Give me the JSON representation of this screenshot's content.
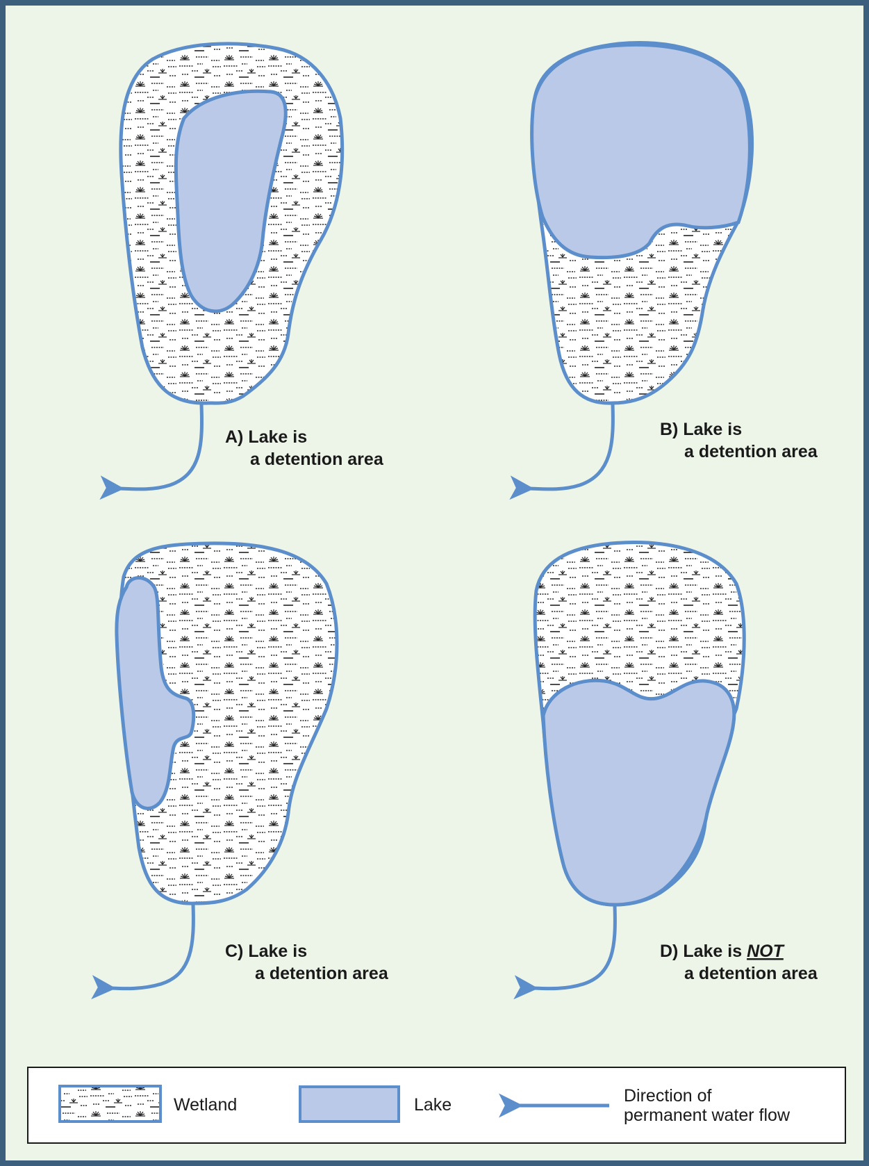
{
  "panels": [
    {
      "id": "A",
      "line1": "A) Lake is",
      "line2": "a detention area"
    },
    {
      "id": "B",
      "line1": "B) Lake is",
      "line2": "a detention area"
    },
    {
      "id": "C",
      "line1": "C)  Lake is",
      "line2": "a detention area"
    },
    {
      "id": "D",
      "line1_prefix": "D) Lake is ",
      "line1_emph": "NOT",
      "line2": "a detention area"
    }
  ],
  "legend": {
    "wetland": "Wetland",
    "lake": "Lake",
    "flow_line1": "Direction of",
    "flow_line2": "permanent water flow"
  },
  "colors": {
    "background": "#edf5e8",
    "frame_border": "#3b5f7c",
    "lake_fill": "#b9c9e7",
    "outline_blue": "#5b8ecb",
    "wetland_fill": "#ffffff"
  }
}
